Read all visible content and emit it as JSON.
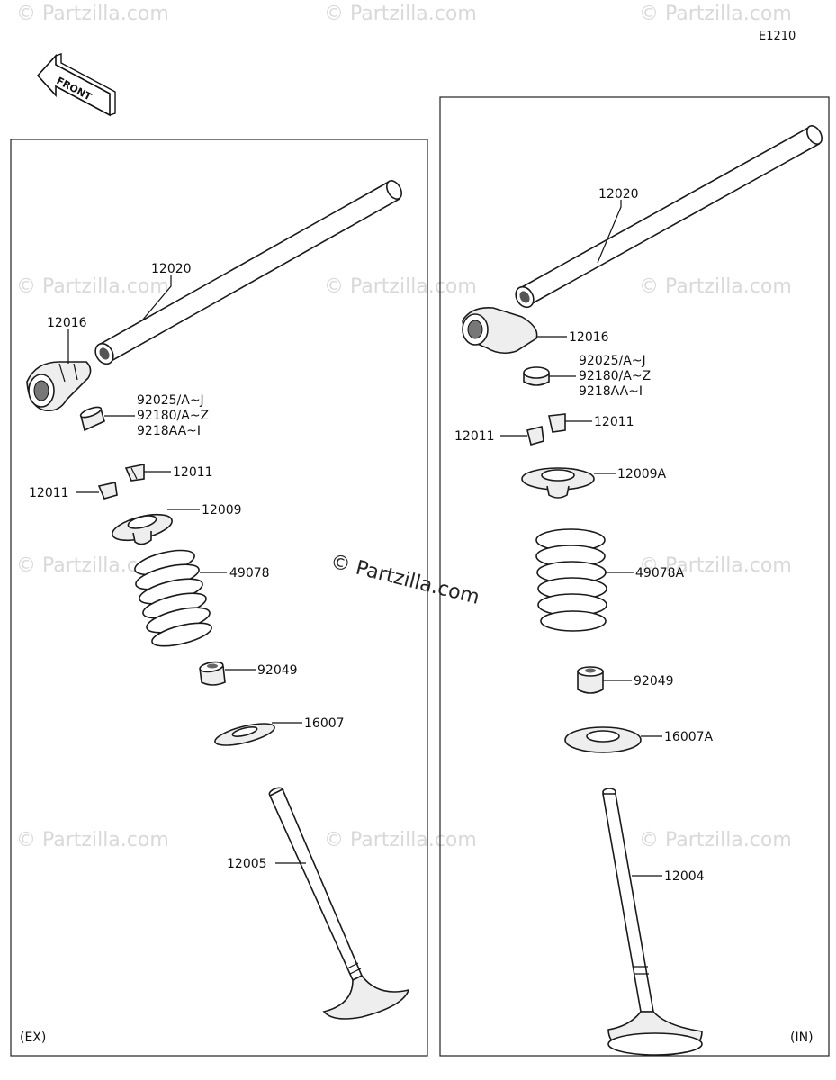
{
  "diagram_code": "E1210",
  "front_arrow_label": "FRONT",
  "watermark": "© Partzilla.com",
  "left_panel": {
    "caption": "(EX)",
    "labels": {
      "rocker_shaft": "12020",
      "rocker_arm": "12016",
      "shim_1": "92025/A~J",
      "shim_2": "92180/A~Z",
      "shim_3": "9218AA~I",
      "cotter_right": "12011",
      "cotter_left": "12011",
      "retainer": "12009",
      "spring": "49078",
      "seal": "92049",
      "seat": "16007",
      "valve": "12005"
    }
  },
  "right_panel": {
    "caption": "(IN)",
    "labels": {
      "rocker_shaft": "12020",
      "rocker_arm": "12016",
      "shim_1": "92025/A~J",
      "shim_2": "92180/A~Z",
      "shim_3": "9218AA~I",
      "cotter_right": "12011",
      "cotter_left": "12011",
      "retainer": "12009A",
      "spring": "49078A",
      "seal": "92049",
      "seat": "16007A",
      "valve": "12004"
    }
  }
}
